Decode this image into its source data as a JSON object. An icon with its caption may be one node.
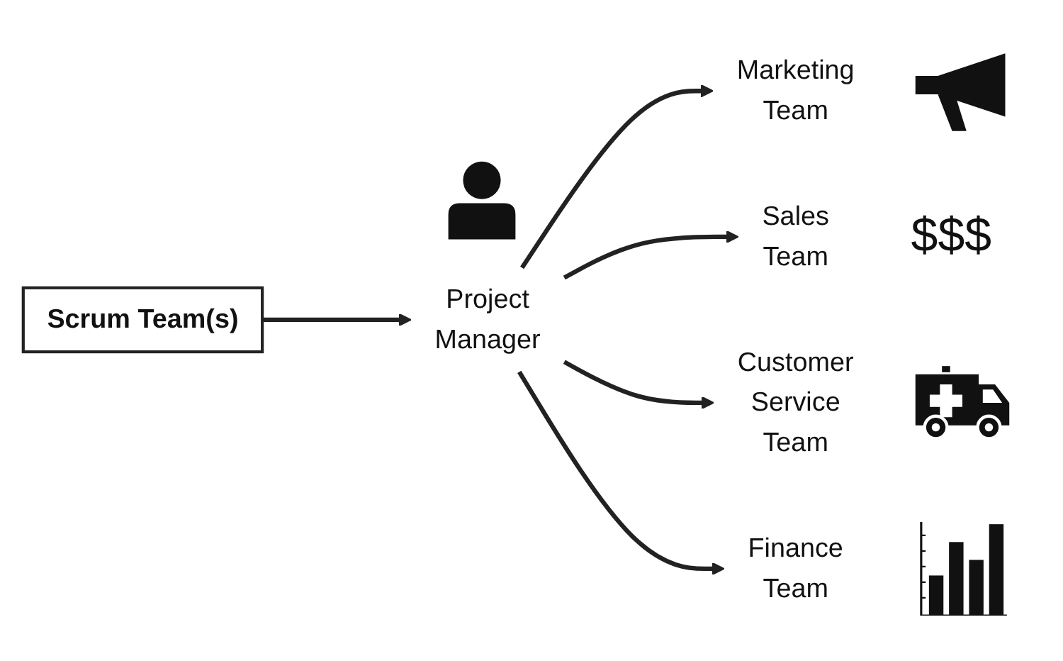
{
  "diagram": {
    "nodes": [
      {
        "text": [
          "Scrum Team(s)"
        ]
      },
      {
        "text": [
          "Project Manager"
        ]
      },
      {
        "text": [
          "Marketing Team"
        ]
      },
      {
        "text": [
          "Sales Team"
        ]
      },
      {
        "text": [
          "Customer Service Team"
        ]
      },
      {
        "text": [
          "Finance Team"
        ]
      }
    ],
    "edges": [
      {
        "from": 0,
        "to": 1,
        "arrow": "to"
      },
      {
        "from": 1,
        "to": 2,
        "arrow": "to"
      },
      {
        "from": 1,
        "to": 3,
        "arrow": "to"
      },
      {
        "from": 1,
        "to": 4,
        "arrow": "to"
      },
      {
        "from": 1,
        "to": 5,
        "arrow": "to"
      }
    ],
    "labels": [
      "$$$"
    ]
  }
}
